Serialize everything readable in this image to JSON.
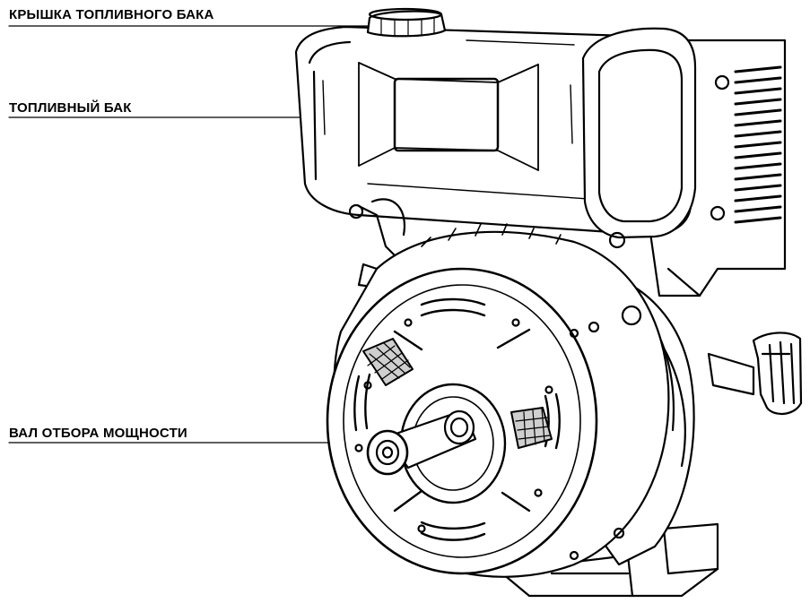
{
  "labels": {
    "fuel_cap": "КРЫШКА ТОПЛИВНОГО БАКА",
    "fuel_tank": "ТОПЛИВНЫЙ БАК",
    "pto_shaft": "ВАЛ ОТБОРА МОЩНОСТИ"
  },
  "colors": {
    "ink": "#000000",
    "paper": "#ffffff",
    "shade": "#cfcfcf"
  }
}
